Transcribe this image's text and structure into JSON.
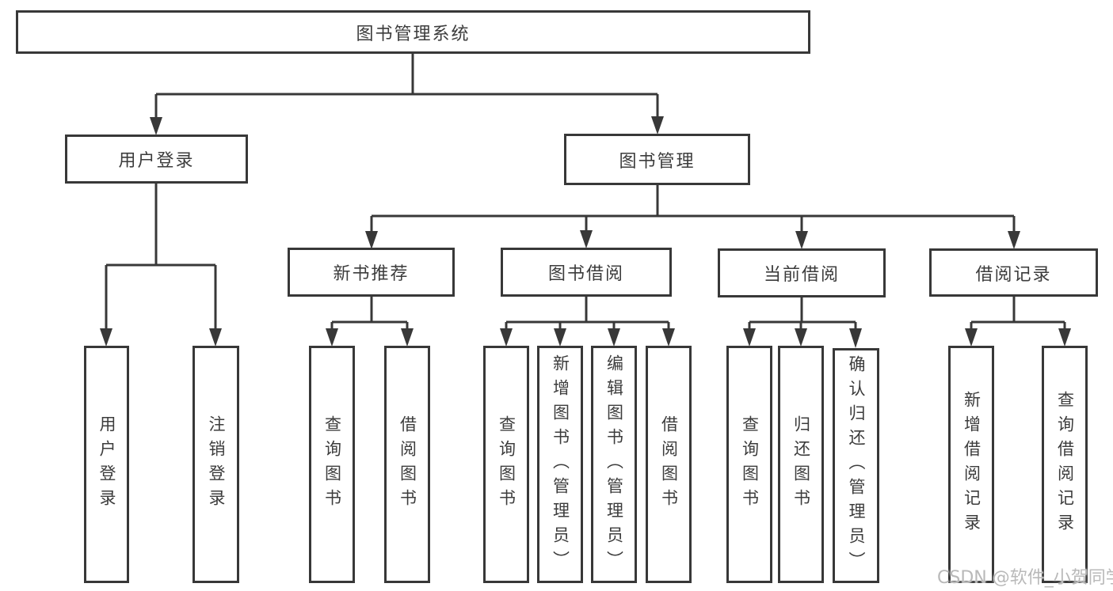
{
  "tree": {
    "root": {
      "label": "图书管理系统"
    },
    "branches": [
      {
        "label": "用户登录",
        "children": [
          {
            "label": "用户登录"
          },
          {
            "label": "注销登录"
          }
        ]
      },
      {
        "label": "图书管理",
        "children": [
          {
            "label": "新书推荐",
            "children": [
              {
                "label": "查询图书"
              },
              {
                "label": "借阅图书"
              }
            ]
          },
          {
            "label": "图书借阅",
            "children": [
              {
                "label": "查询图书"
              },
              {
                "label": "新增图书（管理员）"
              },
              {
                "label": "编辑图书（管理员）"
              },
              {
                "label": "借阅图书"
              }
            ]
          },
          {
            "label": "当前借阅",
            "children": [
              {
                "label": "查询图书"
              },
              {
                "label": "归还图书"
              },
              {
                "label": "确认归还（管理员）"
              }
            ]
          },
          {
            "label": "借阅记录",
            "children": [
              {
                "label": "新增借阅记录"
              },
              {
                "label": "查询借阅记录"
              }
            ]
          }
        ]
      }
    ]
  },
  "watermark": {
    "text": "CSDN @软件_小贺同学"
  },
  "colors": {
    "line": "#383838",
    "box_border": "#383838",
    "text": "#3c3c3c",
    "watermark": "#b9b9b9",
    "background": "#ffffff"
  }
}
